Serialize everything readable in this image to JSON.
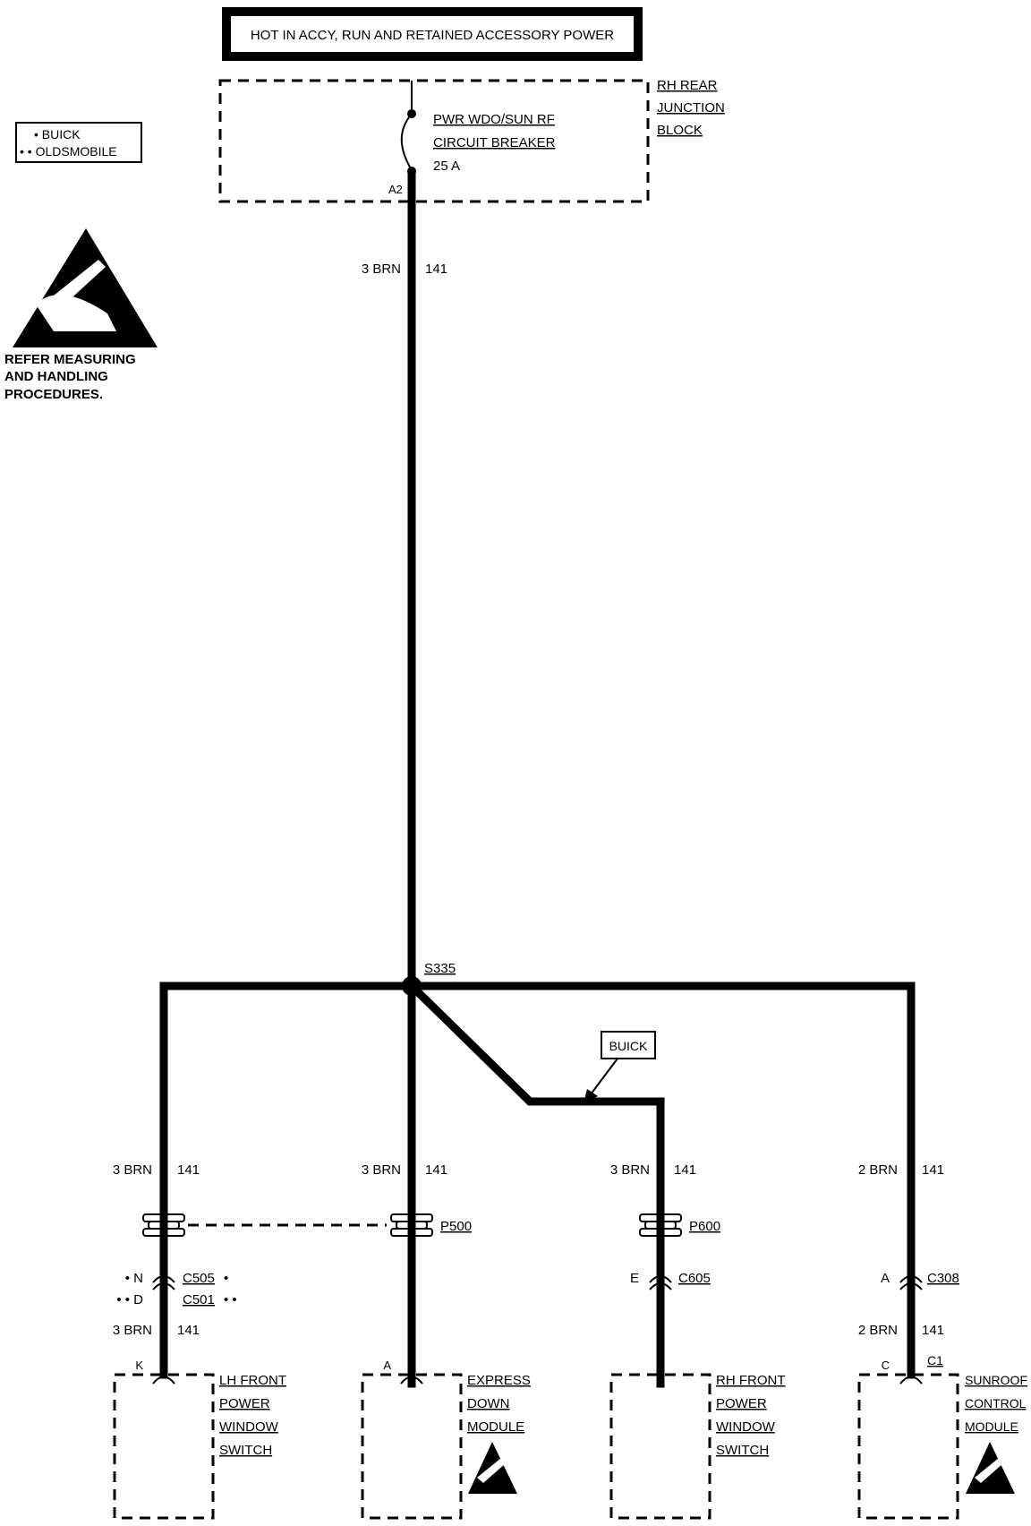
{
  "header": {
    "power_label": "HOT IN ACCY, RUN AND RETAINED ACCESSORY POWER"
  },
  "legend": {
    "buick": "• BUICK",
    "oldsmobile": "• • OLDSMOBILE"
  },
  "esd_note": {
    "line1": "REFER MEASURING",
    "line2": "AND HANDLING",
    "line3": "PROCEDURES."
  },
  "junction_block": {
    "name": [
      "RH REAR",
      "JUNCTION",
      "BLOCK"
    ],
    "breaker": [
      "PWR WDO/SUN RF",
      "CIRCUIT BREAKER",
      "25 A"
    ],
    "terminal": "A2"
  },
  "main_wire": {
    "gauge_color": "3 BRN",
    "circuit": "141"
  },
  "splice": {
    "name": "S335"
  },
  "buick_callout": "BUICK",
  "branches": [
    {
      "gauge_color": "3 BRN",
      "circuit": "141"
    },
    {
      "gauge_color": "3 BRN",
      "circuit": "141"
    },
    {
      "gauge_color": "3 BRN",
      "circuit": "141"
    },
    {
      "gauge_color": "2 BRN",
      "circuit": "141"
    }
  ],
  "pass_throughs": {
    "p500": "P500",
    "p600": "P600"
  },
  "connectors": {
    "lh": {
      "pin1": "• N",
      "conn1": "C505",
      "mark1": "•",
      "pin2": "• • D",
      "conn2": "C501",
      "mark2": "• •",
      "gauge_color": "3 BRN",
      "circuit": "141",
      "terminal": "K"
    },
    "rh": {
      "pin": "E",
      "conn": "C605"
    },
    "sunroof": {
      "pin": "A",
      "conn": "C308",
      "gauge_color": "2 BRN",
      "circuit": "141",
      "terminal": "C",
      "conn2": "C1"
    },
    "express": {
      "terminal": "A"
    }
  },
  "components": {
    "lh_switch": [
      "LH FRONT",
      "POWER",
      "WINDOW",
      "SWITCH"
    ],
    "express_module": [
      "EXPRESS",
      "DOWN",
      "MODULE"
    ],
    "rh_switch": [
      "RH FRONT",
      "POWER",
      "WINDOW",
      "SWITCH"
    ],
    "sunroof_module": [
      "SUNROOF",
      "CONTROL",
      "MODULE"
    ]
  }
}
